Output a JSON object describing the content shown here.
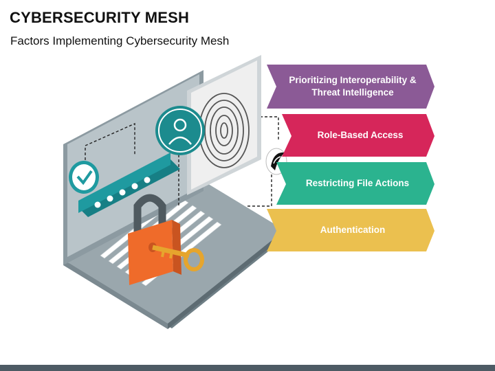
{
  "header": {
    "title": "CYBERSECURITY MESH",
    "subtitle": "Factors Implementing Cybersecurity Mesh"
  },
  "diagram": {
    "factors": [
      {
        "label": "Prioritizing Interoperability & Threat Intelligence",
        "color": "#8b5a96"
      },
      {
        "label": "Role-Based Access",
        "color": "#d6265a"
      },
      {
        "label": "Restricting File Actions",
        "color": "#2bb38f"
      },
      {
        "label": "Authentication",
        "color": "#ebc04f"
      }
    ],
    "colors": {
      "laptop_frame": "#a9b6bc",
      "laptop_base": "#7e8d93",
      "accent_teal": "#1f9aa0",
      "lock_orange": "#ef6b2a",
      "key_yellow": "#e6a52d",
      "footer_bar": "#4d5b64"
    }
  }
}
